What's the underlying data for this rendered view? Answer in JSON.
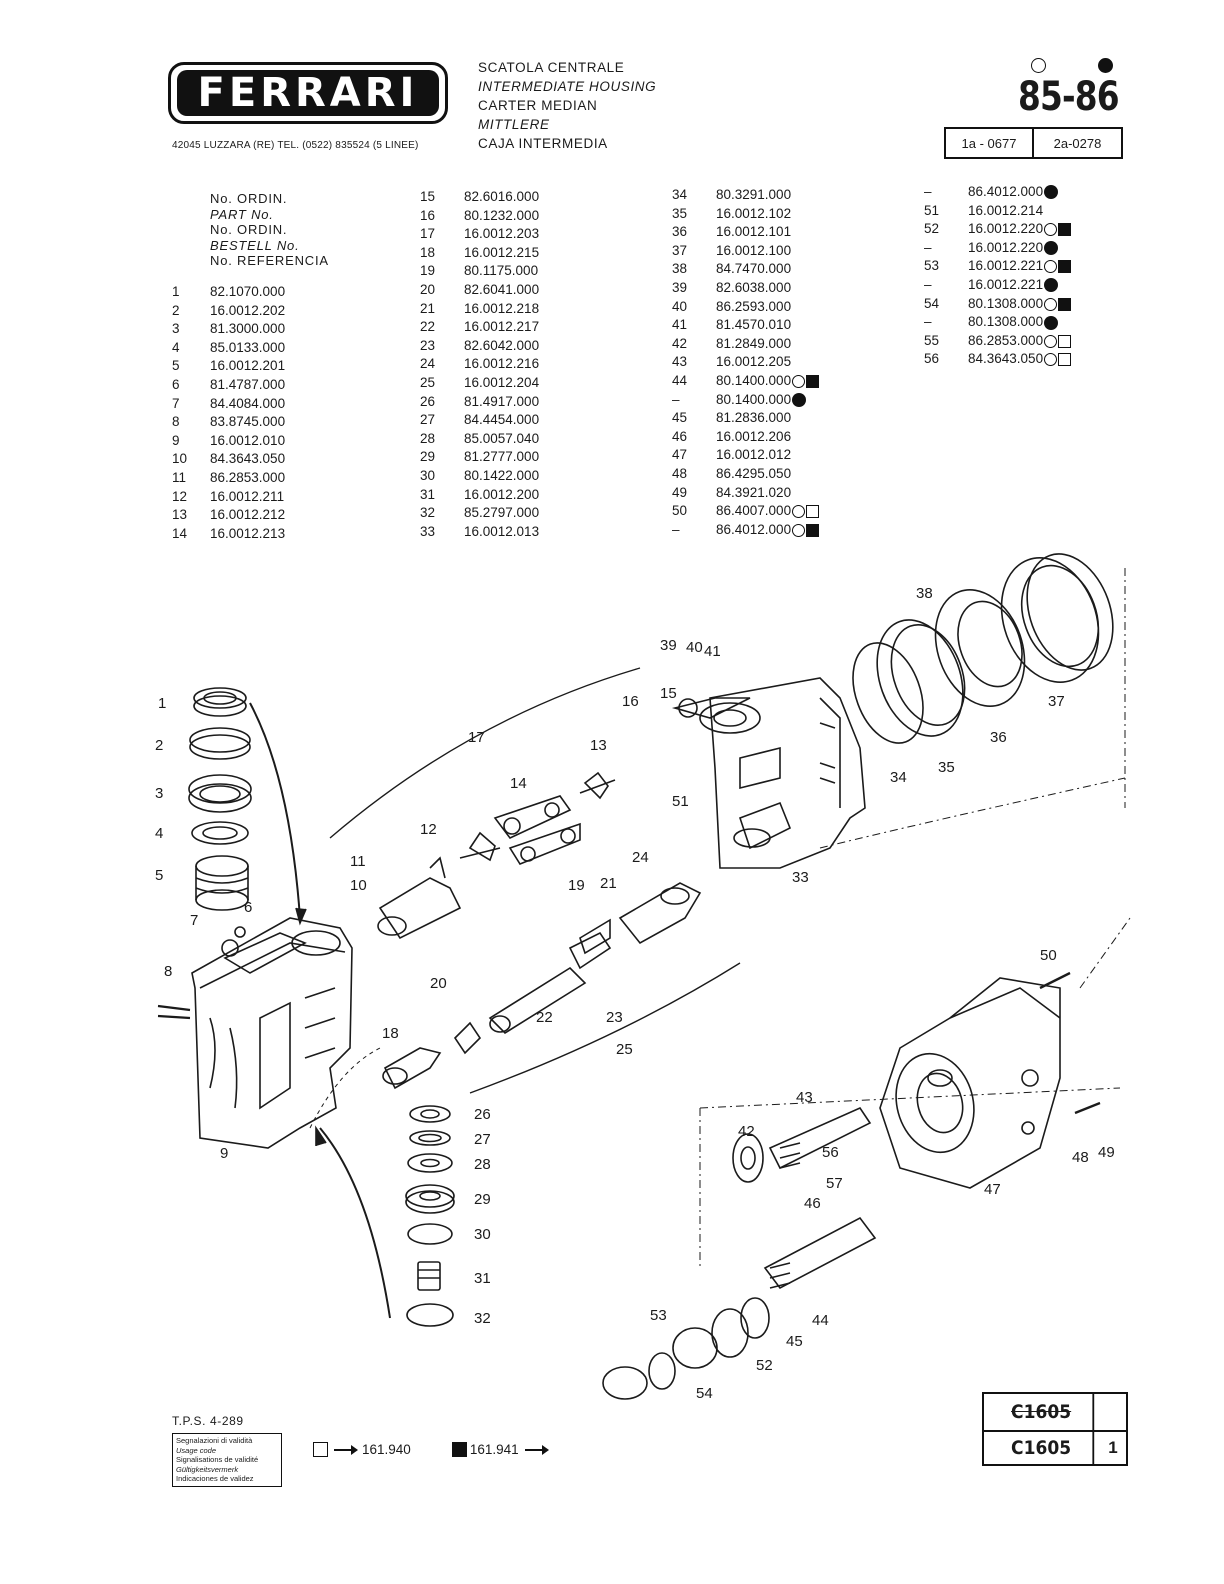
{
  "header": {
    "logo_text": "FERRARI",
    "address": "42045 LUZZARA (RE)    TEL. (0522) 835524 (5 LINEE)",
    "titles": [
      "SCATOLA CENTRALE",
      "INTERMEDIATE HOUSING",
      "CARTER MEDIAN",
      "MITTLERE",
      "CAJA INTERMEDIA"
    ],
    "model": "85-86",
    "code_1": "1a - 0677",
    "code_2": "2a-0278"
  },
  "parts_header": [
    "No. ORDIN.",
    "PART No.",
    "No. ORDIN.",
    "BESTELL No.",
    "No. REFERENCIA"
  ],
  "parts": {
    "col1": [
      {
        "num": "1",
        "code": "82.1070.000"
      },
      {
        "num": "2",
        "code": "16.0012.202"
      },
      {
        "num": "3",
        "code": "81.3000.000"
      },
      {
        "num": "4",
        "code": "85.0133.000"
      },
      {
        "num": "5",
        "code": "16.0012.201"
      },
      {
        "num": "6",
        "code": "81.4787.000"
      },
      {
        "num": "7",
        "code": "84.4084.000"
      },
      {
        "num": "8",
        "code": "83.8745.000"
      },
      {
        "num": "9",
        "code": "16.0012.010"
      },
      {
        "num": "10",
        "code": "84.3643.050"
      },
      {
        "num": "11",
        "code": "86.2853.000"
      },
      {
        "num": "12",
        "code": "16.0012.211"
      },
      {
        "num": "13",
        "code": "16.0012.212"
      },
      {
        "num": "14",
        "code": "16.0012.213"
      }
    ],
    "col2": [
      {
        "num": "15",
        "code": "82.6016.000"
      },
      {
        "num": "16",
        "code": "80.1232.000"
      },
      {
        "num": "17",
        "code": "16.0012.203"
      },
      {
        "num": "18",
        "code": "16.0012.215"
      },
      {
        "num": "19",
        "code": "80.1175.000"
      },
      {
        "num": "20",
        "code": "82.6041.000"
      },
      {
        "num": "21",
        "code": "16.0012.218"
      },
      {
        "num": "22",
        "code": "16.0012.217"
      },
      {
        "num": "23",
        "code": "82.6042.000"
      },
      {
        "num": "24",
        "code": "16.0012.216"
      },
      {
        "num": "25",
        "code": "16.0012.204"
      },
      {
        "num": "26",
        "code": "81.4917.000"
      },
      {
        "num": "27",
        "code": "84.4454.000"
      },
      {
        "num": "28",
        "code": "85.0057.040"
      },
      {
        "num": "29",
        "code": "81.2777.000"
      },
      {
        "num": "30",
        "code": "80.1422.000"
      },
      {
        "num": "31",
        "code": "16.0012.200"
      },
      {
        "num": "32",
        "code": "85.2797.000"
      },
      {
        "num": "33",
        "code": "16.0012.013"
      }
    ],
    "col3": [
      {
        "num": "34",
        "code": "80.3291.000",
        "sym": ""
      },
      {
        "num": "35",
        "code": "16.0012.102",
        "sym": ""
      },
      {
        "num": "36",
        "code": "16.0012.101",
        "sym": ""
      },
      {
        "num": "37",
        "code": "16.0012.100",
        "sym": ""
      },
      {
        "num": "38",
        "code": "84.7470.000",
        "sym": ""
      },
      {
        "num": "39",
        "code": "82.6038.000",
        "sym": ""
      },
      {
        "num": "40",
        "code": "86.2593.000",
        "sym": ""
      },
      {
        "num": "41",
        "code": "81.4570.010",
        "sym": ""
      },
      {
        "num": "42",
        "code": "81.2849.000",
        "sym": ""
      },
      {
        "num": "43",
        "code": "16.0012.205",
        "sym": ""
      },
      {
        "num": "44",
        "code": "80.1400.000",
        "sym": "circ-sqb"
      },
      {
        "num": "–",
        "code": "80.1400.000",
        "sym": "dot"
      },
      {
        "num": "45",
        "code": "81.2836.000",
        "sym": ""
      },
      {
        "num": "46",
        "code": "16.0012.206",
        "sym": ""
      },
      {
        "num": "47",
        "code": "16.0012.012",
        "sym": ""
      },
      {
        "num": "48",
        "code": "86.4295.050",
        "sym": ""
      },
      {
        "num": "49",
        "code": "84.3921.020",
        "sym": ""
      },
      {
        "num": "50",
        "code": "86.4007.000",
        "sym": "circ-sqw"
      },
      {
        "num": "–",
        "code": "86.4012.000",
        "sym": "circ-sqb"
      }
    ],
    "col4": [
      {
        "num": "–",
        "code": "86.4012.000",
        "sym": "dot"
      },
      {
        "num": "51",
        "code": "16.0012.214",
        "sym": ""
      },
      {
        "num": "52",
        "code": "16.0012.220",
        "sym": "circ-sqb"
      },
      {
        "num": "–",
        "code": "16.0012.220",
        "sym": "dot"
      },
      {
        "num": "53",
        "code": "16.0012.221",
        "sym": "circ-sqb"
      },
      {
        "num": "–",
        "code": "16.0012.221",
        "sym": "dot"
      },
      {
        "num": "54",
        "code": "80.1308.000",
        "sym": "circ-sqb"
      },
      {
        "num": "–",
        "code": "80.1308.000",
        "sym": "dot"
      },
      {
        "num": "55",
        "code": "86.2853.000",
        "sym": "circ-sqw"
      },
      {
        "num": "56",
        "code": "84.3643.050",
        "sym": "circ-sqw"
      }
    ]
  },
  "diagram_labels": [
    "1",
    "2",
    "3",
    "4",
    "5",
    "6",
    "7",
    "8",
    "9",
    "10",
    "11",
    "12",
    "13",
    "14",
    "15",
    "16",
    "17",
    "18",
    "19",
    "20",
    "21",
    "22",
    "23",
    "24",
    "25",
    "26",
    "27",
    "28",
    "29",
    "30",
    "31",
    "32",
    "33",
    "34",
    "35",
    "36",
    "37",
    "38",
    "39",
    "40",
    "41",
    "42",
    "43",
    "44",
    "45",
    "46",
    "47",
    "48",
    "49",
    "50",
    "51",
    "52",
    "53",
    "54",
    "56",
    "57"
  ],
  "footer": {
    "tps": "T.P.S. 4-289",
    "validity_lines": [
      "Segnalazioni di validità",
      "Usage code",
      "Signalisations de validité",
      "Gültigkeitsvermerk",
      "Indicaciones de validez"
    ],
    "validity_white": "161.940",
    "validity_black": "161.941",
    "doc_old": "C1605",
    "doc_new": "C1605",
    "sheet": "1"
  }
}
